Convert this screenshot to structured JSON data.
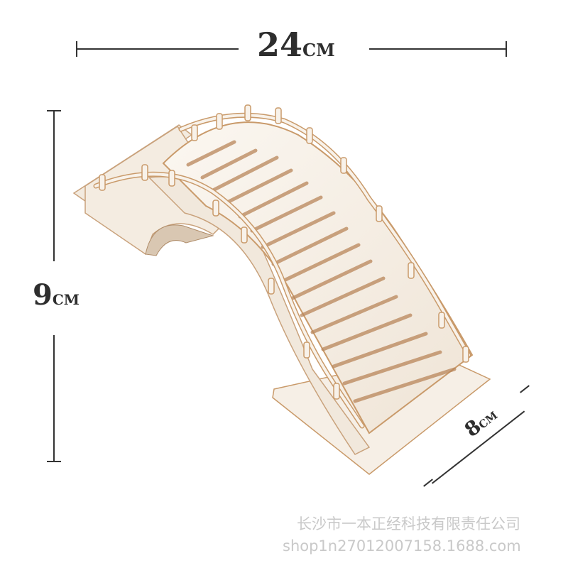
{
  "dimensions": {
    "width": {
      "value": "24",
      "unit": "CM"
    },
    "height": {
      "value": "9",
      "unit": "CM"
    },
    "depth": {
      "value": "8",
      "unit": "CM"
    }
  },
  "watermark": {
    "company": "长沙市一本正经科技有限责任公司",
    "shop": "shop1n27012007158.1688.com"
  },
  "product": {
    "icon": "wooden-arch-bridge",
    "colors": {
      "wood": "#f6efe6",
      "edge": "#c99a6a",
      "slot": "#b9865a"
    }
  }
}
